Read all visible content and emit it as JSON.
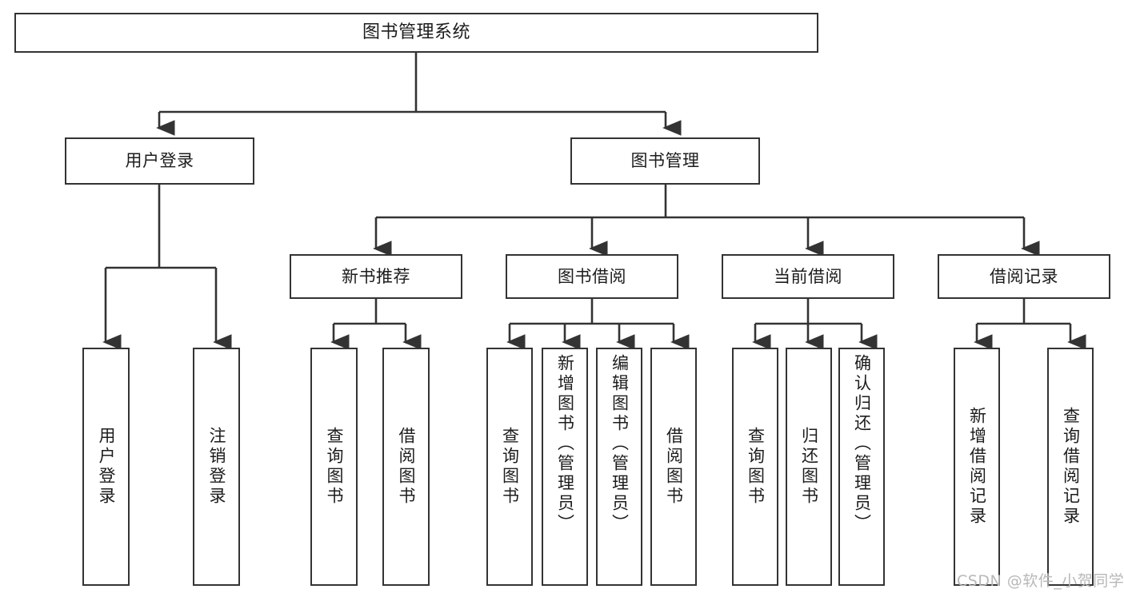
{
  "diagram": {
    "type": "tree",
    "title": "图书管理系统",
    "orientation": "top-down",
    "colors": {
      "node_border": "#333333",
      "node_fill": "#ffffff",
      "edge": "#333333",
      "text": "#1c1c1c",
      "watermark": "#b8b8b8",
      "background": "#ffffff"
    },
    "watermark": "CSDN @软件_小贺同学",
    "nodes": {
      "root": {
        "label": "图书管理系统"
      },
      "level2": [
        {
          "label": "用户登录"
        },
        {
          "label": "图书管理"
        }
      ],
      "level3": [
        {
          "label": "新书推荐"
        },
        {
          "label": "图书借阅"
        },
        {
          "label": "当前借阅"
        },
        {
          "label": "借阅记录"
        }
      ],
      "leaves_user_login": [
        {
          "label": "用户登录"
        },
        {
          "label": "注销登录"
        }
      ],
      "leaves_new_books": [
        {
          "label": "查询图书"
        },
        {
          "label": "借阅图书"
        }
      ],
      "leaves_borrow": [
        {
          "label": "查询图书"
        },
        {
          "label": "新增图书（管理员）"
        },
        {
          "label": "编辑图书（管理员）"
        },
        {
          "label": "借阅图书"
        }
      ],
      "leaves_current": [
        {
          "label": "查询图书"
        },
        {
          "label": "归还图书"
        },
        {
          "label": "确认归还（管理员）"
        }
      ],
      "leaves_records": [
        {
          "label": "新增借阅记录"
        },
        {
          "label": "查询借阅记录"
        }
      ]
    }
  }
}
